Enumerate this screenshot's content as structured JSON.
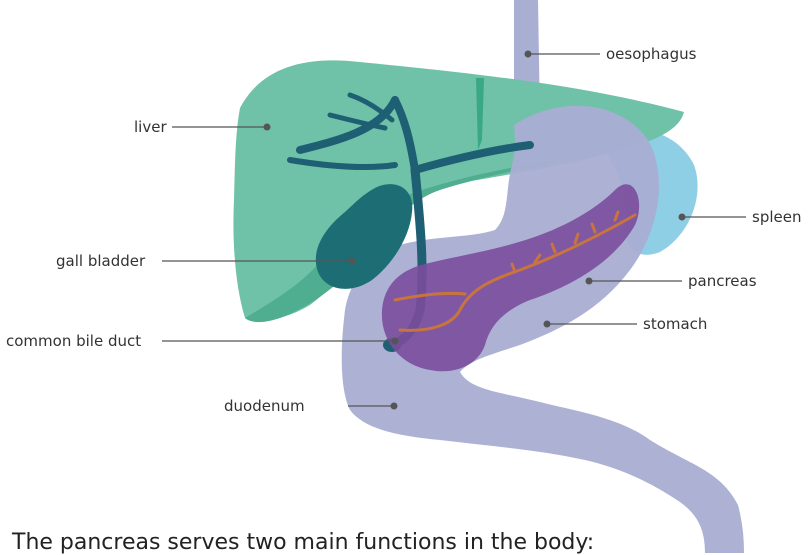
{
  "labels": {
    "oesophagus": "oesophagus",
    "liver": "liver",
    "spleen": "spleen",
    "gall_bladder": "gall bladder",
    "pancreas": "pancreas",
    "stomach": "stomach",
    "common_bile_duct": "common bile duct",
    "duodenum": "duodenum"
  },
  "caption": "The pancreas serves two main functions in the body:",
  "colors": {
    "liver": "#6fc2a8",
    "liver_dark": "#4fae8f",
    "gall_bladder": "#1d6e74",
    "bile_duct": "#1f5f73",
    "digestive_tract": "#a9aed3",
    "spleen": "#8fcfe6",
    "pancreas": "#7b4d9c",
    "pancreatic_duct": "#c8743f",
    "oesophagus": "#a9aed3"
  }
}
